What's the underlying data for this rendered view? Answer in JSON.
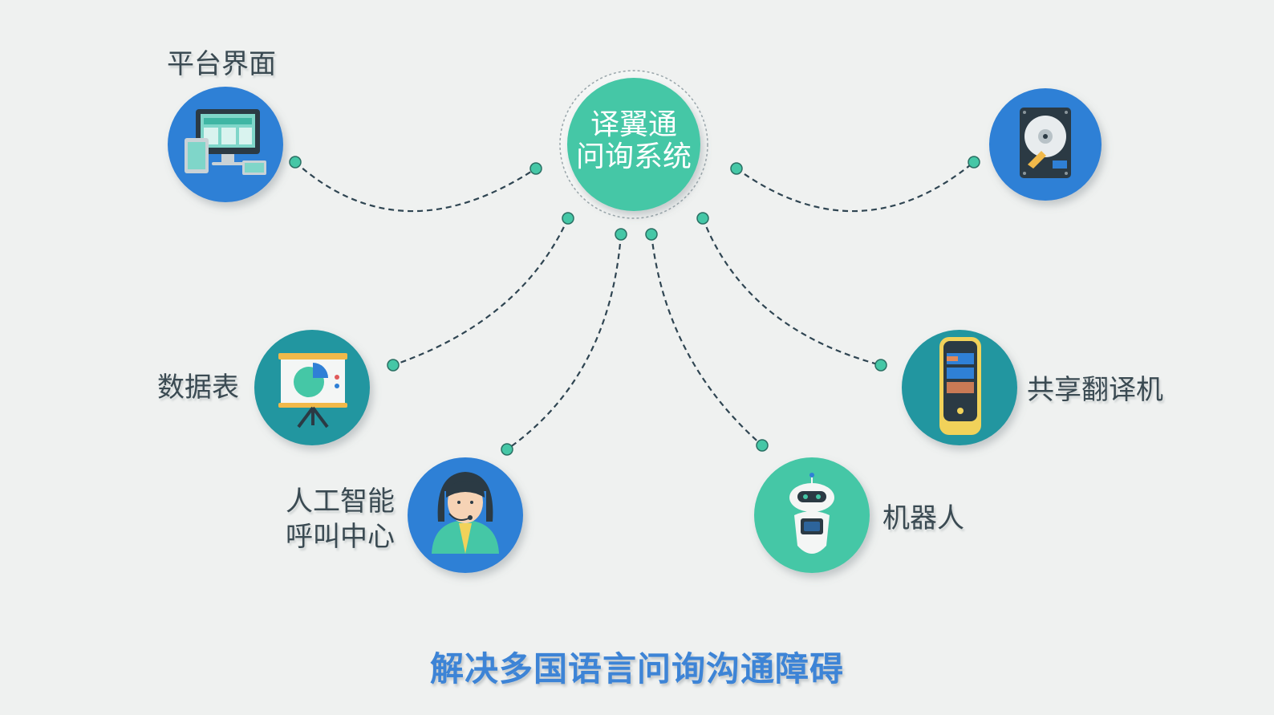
{
  "hub": {
    "line1": "译翼通",
    "line2": "问询系统"
  },
  "nodes": {
    "platform": {
      "label": "平台界面",
      "icon": "monitor-devices-icon"
    },
    "storage": {
      "icon": "hard-drive-icon"
    },
    "datasheet": {
      "label": "数据表",
      "icon": "presentation-chart-icon"
    },
    "translator": {
      "label": "共享翻译机",
      "icon": "translator-device-icon"
    },
    "callcenter": {
      "line1": "人工智能",
      "line2": "呼叫中心",
      "icon": "headset-agent-icon"
    },
    "robot": {
      "label": "机器人",
      "icon": "robot-icon"
    }
  },
  "banner": "解决多国语言问询沟通障碍",
  "colors": {
    "blue": "#2f80d6",
    "teal_dark": "#2196a0",
    "teal_light": "#45c7a6",
    "hub": "#45c7a6",
    "banner": "#3d84d6",
    "line": "#2f4552"
  }
}
